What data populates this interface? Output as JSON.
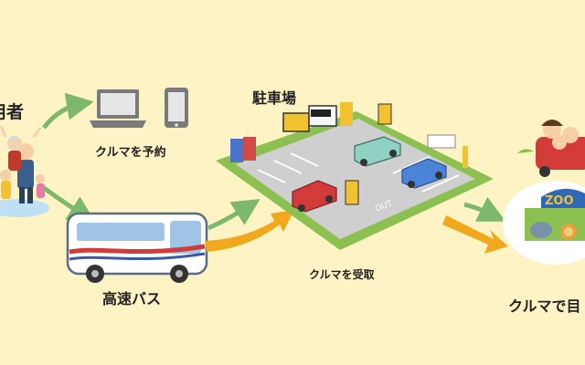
{
  "labels": {
    "user": "用者",
    "reserve": "クルマを予約",
    "parking": "駐車場",
    "bus": "高速バス",
    "pickup": "クルマを受取",
    "destination": "クルマで目"
  },
  "signs": {
    "out": "OUT",
    "zoo": "ZOO"
  },
  "colors": {
    "background": "#fdf3c4",
    "green_arrow": "#7db86d",
    "orange_arrow": "#f2a81d",
    "lot_ground": "#8cc152",
    "asphalt": "#cfcfcf"
  }
}
